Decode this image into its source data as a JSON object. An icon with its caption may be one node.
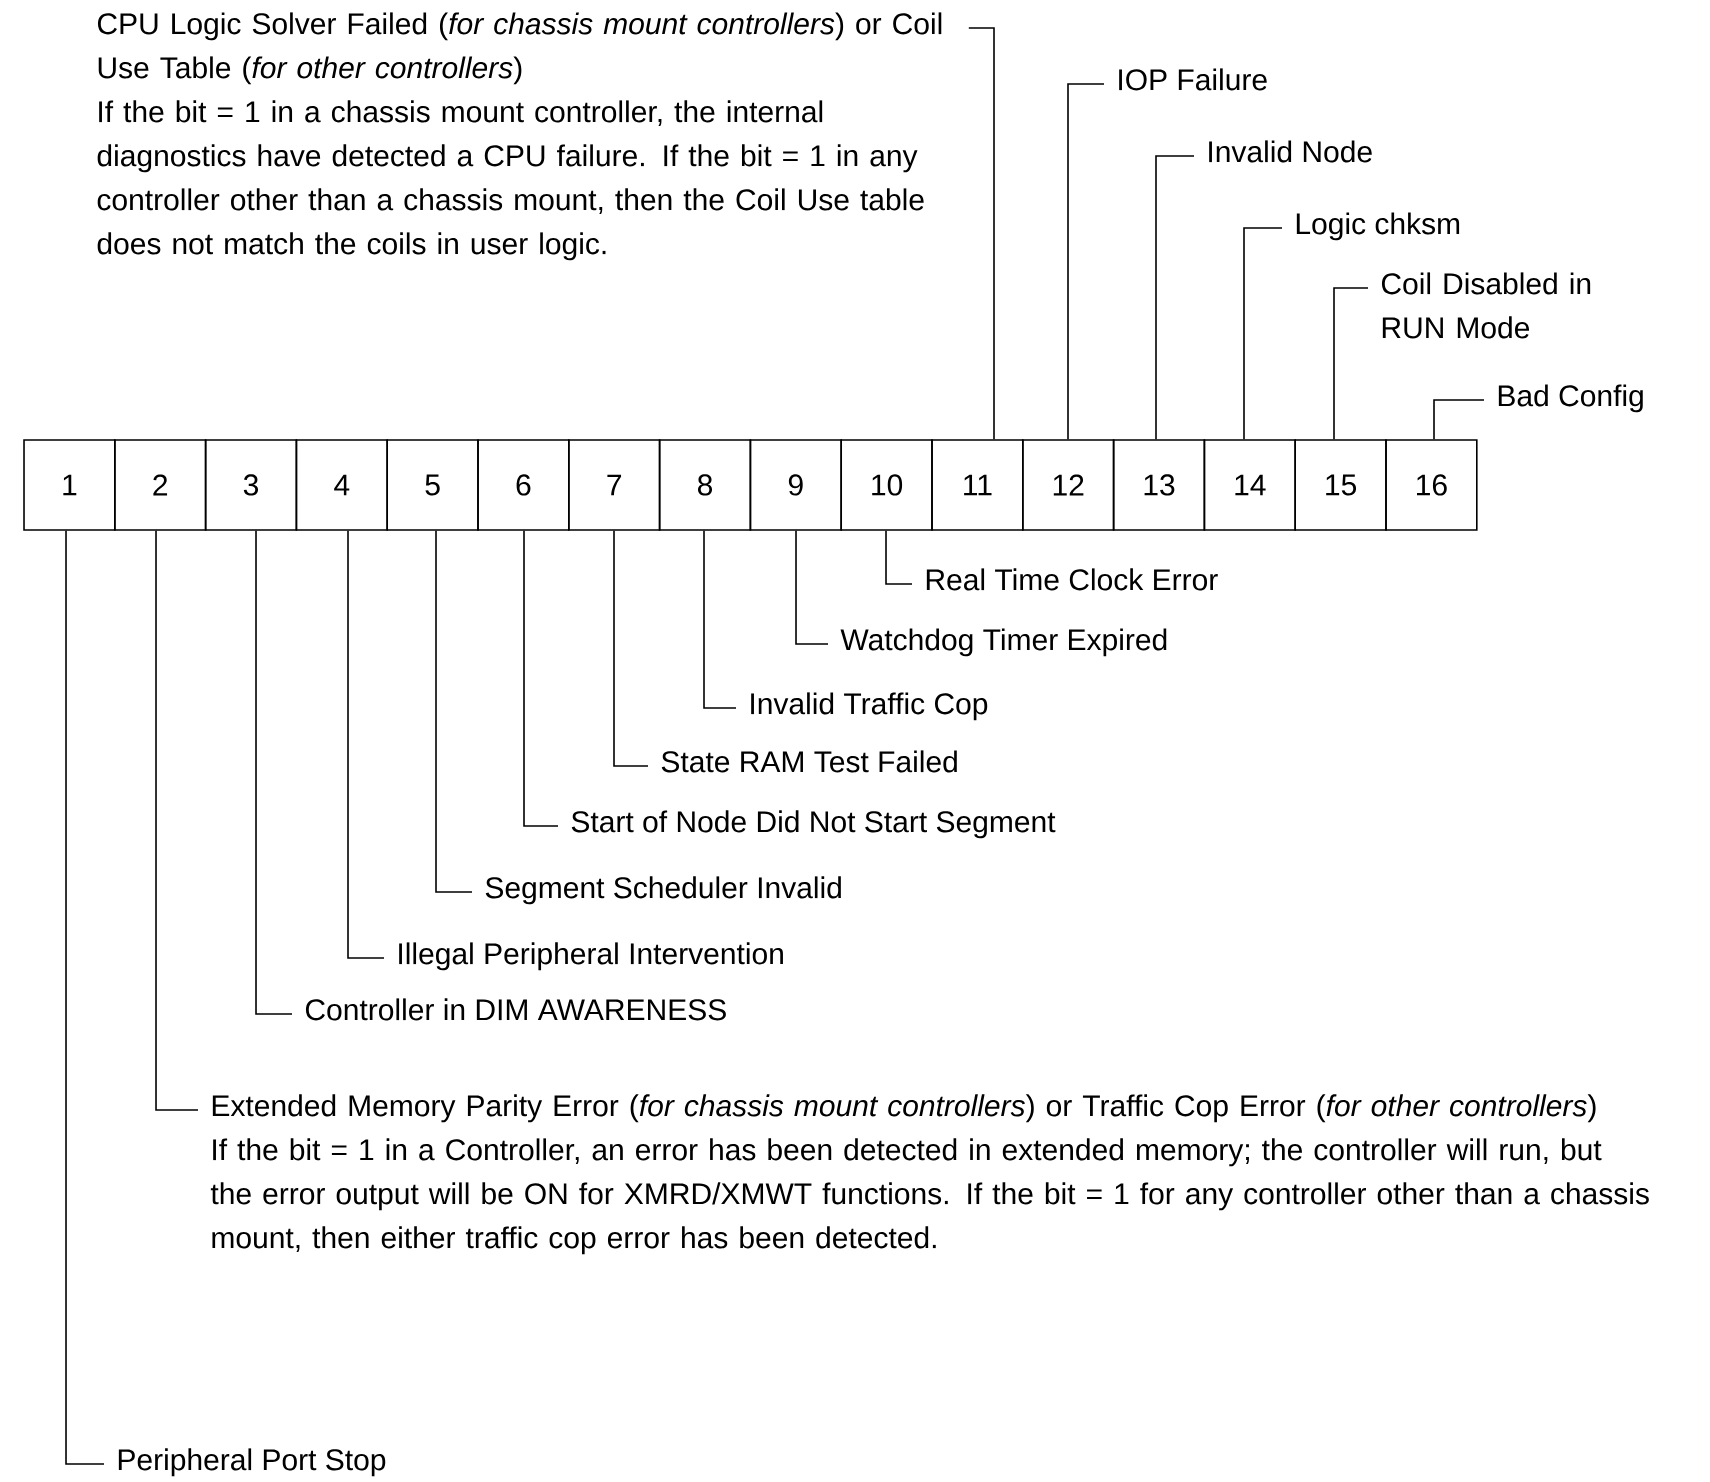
{
  "diagram": {
    "nodes": [
      {
        "text": [
          "1"
        ]
      },
      {
        "text": [
          "2"
        ]
      },
      {
        "text": [
          "3"
        ]
      },
      {
        "text": [
          "4"
        ]
      },
      {
        "text": [
          "5"
        ]
      },
      {
        "text": [
          "6"
        ]
      },
      {
        "text": [
          "7"
        ]
      },
      {
        "text": [
          "8"
        ]
      },
      {
        "text": [
          "9"
        ]
      },
      {
        "text": [
          "10"
        ]
      },
      {
        "text": [
          "11"
        ]
      },
      {
        "text": [
          "12"
        ]
      },
      {
        "text": [
          "13"
        ]
      },
      {
        "text": [
          "14"
        ]
      },
      {
        "text": [
          "15"
        ]
      },
      {
        "text": [
          "16"
        ]
      },
      {
        "text": [
          "CPU Logic Solver Failed (*for chassis mount controllers*) or Coil Use Table (*for other controllers*)",
          "If the bit = 1 in a chassis mount controller, the internal diagnostics have detected a CPU failure. If the bit = 1 in any controller other than a chassis mount, then the Coil Use table does not match the coils in user logic."
        ]
      },
      {
        "text": [
          "IOP Failure"
        ]
      },
      {
        "text": [
          "Invalid Node"
        ]
      },
      {
        "text": [
          "Logic chksm"
        ]
      },
      {
        "text": [
          "Coil Disabled in RUN Mode"
        ]
      },
      {
        "text": [
          "Bad Config"
        ]
      },
      {
        "text": [
          "Real Time Clock Error"
        ]
      },
      {
        "text": [
          "Watchdog Timer Expired"
        ]
      },
      {
        "text": [
          "Invalid Traffic Cop"
        ]
      },
      {
        "text": [
          "State RAM Test Failed"
        ]
      },
      {
        "text": [
          "Start of Node Did Not Start Segment"
        ]
      },
      {
        "text": [
          "Segment Scheduler Invalid"
        ]
      },
      {
        "text": [
          "Illegal Peripheral Intervention"
        ]
      },
      {
        "text": [
          "Controller in DIM AWARENESS"
        ]
      },
      {
        "text": [
          "Extended Memory Parity Error (*for chassis mount controllers*) or Traffic Cop Error (*for other controllers*)",
          "If the bit = 1 in a Controller, an error has been detected in extended memory; the controller will run, but the error output will be ON for XMRD/XMWT functions. If the bit = 1 for any controller other than a chassis mount, then either traffic cop error has been detected."
        ]
      },
      {
        "text": [
          "Peripheral Port Stop"
        ]
      }
    ],
    "edges": [
      {
        "from": 16,
        "to": 10,
        "arrow": "none"
      },
      {
        "from": 17,
        "to": 11,
        "arrow": "none"
      },
      {
        "from": 18,
        "to": 12,
        "arrow": "none"
      },
      {
        "from": 19,
        "to": 13,
        "arrow": "none"
      },
      {
        "from": 20,
        "to": 14,
        "arrow": "none"
      },
      {
        "from": 21,
        "to": 15,
        "arrow": "none"
      },
      {
        "from": 22,
        "to": 9,
        "arrow": "none"
      },
      {
        "from": 23,
        "to": 8,
        "arrow": "none"
      },
      {
        "from": 24,
        "to": 7,
        "arrow": "none"
      },
      {
        "from": 25,
        "to": 6,
        "arrow": "none"
      },
      {
        "from": 26,
        "to": 5,
        "arrow": "none"
      },
      {
        "from": 27,
        "to": 4,
        "arrow": "none"
      },
      {
        "from": 28,
        "to": 3,
        "arrow": "none"
      },
      {
        "from": 29,
        "to": 2,
        "arrow": "none"
      },
      {
        "from": 30,
        "to": 1,
        "arrow": "none"
      },
      {
        "from": 31,
        "to": 0,
        "arrow": "none"
      }
    ]
  }
}
